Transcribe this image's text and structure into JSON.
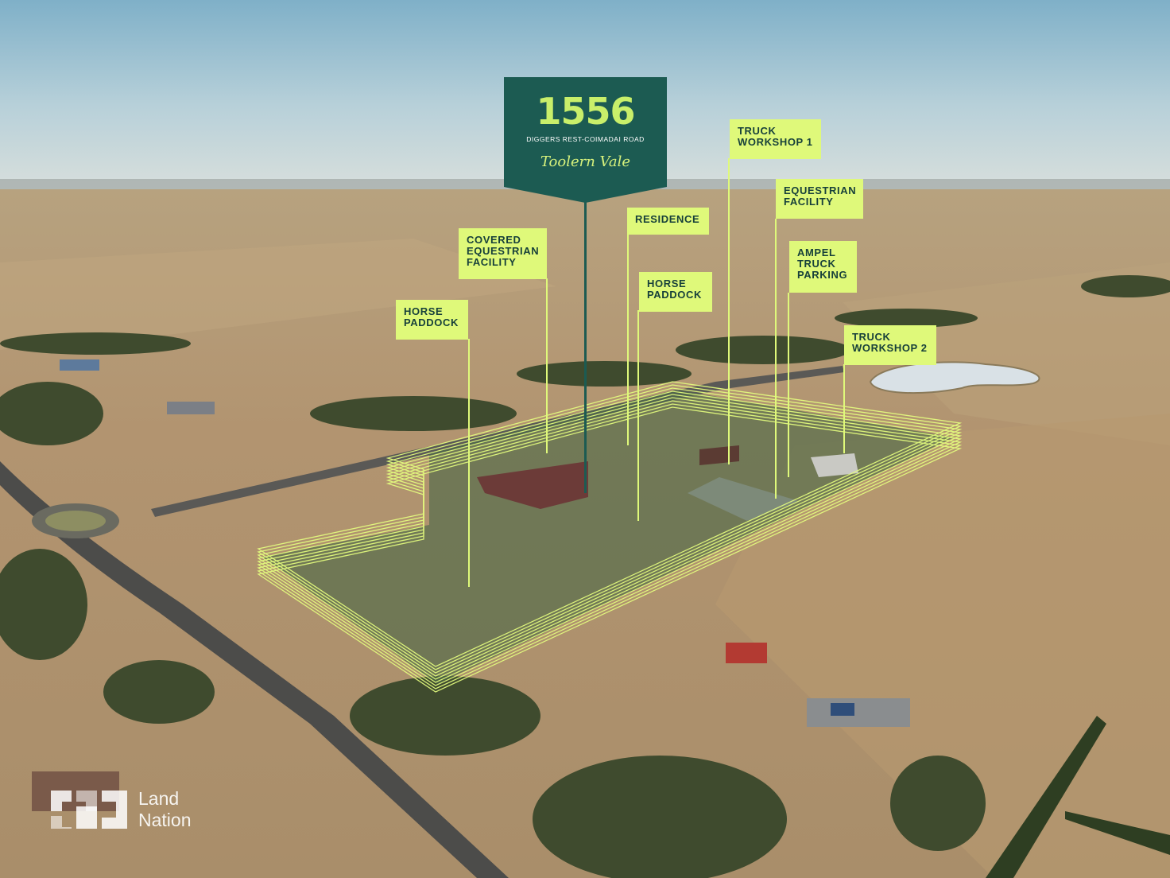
{
  "brand": {
    "number": "1556",
    "road": "DIGGERS REST-COIMADAI ROAD",
    "locality": "Toolern Vale"
  },
  "labels": {
    "horse_paddock_1": "HORSE\nPADDOCK",
    "covered_equestrian": "COVERED\nEQUESTRIAN\nFACILITY",
    "residence": "RESIDENCE",
    "horse_paddock_2": "HORSE\nPADDOCK",
    "truck_workshop_1": "TRUCK\nWORKSHOP 1",
    "equestrian_facility": "EQUESTRIAN\nFACILITY",
    "ampel_truck_parking": "AMPEL\nTRUCK\nPARKING",
    "truck_workshop_2": "TRUCK\nWORKSHOP 2"
  },
  "logo": {
    "line1": "Land",
    "line2": "Nation"
  },
  "colors": {
    "accent": "#dff97a",
    "brand_green": "#1c5b52",
    "boundary": "#e6ff7f"
  }
}
